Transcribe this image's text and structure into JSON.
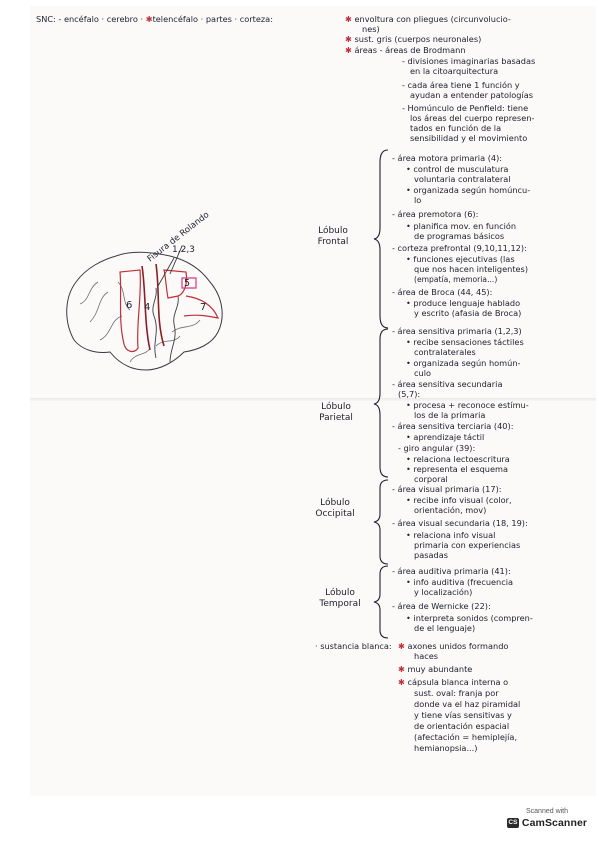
{
  "header": {
    "prefix": "SNC: - encéfalo · cerebro · ",
    "tele": "telencéfalo",
    "mid": " · partes · corteza:",
    "c1": "envoltura con pliegues (circunvolucio-",
    "c1b": "nes)",
    "c2": "sust. gris (cuerpos neuronales)",
    "c3": "áreas - áreas de Brodmann"
  },
  "areas_notes": [
    "- divisiones imaginarias basadas",
    "en la citoarquitectura",
    "- cada área tiene 1 función y",
    "ayudan a entender patologías",
    "- Homúnculo de Penfield: tiene",
    "los áreas del cuerpo represen-",
    "tados en función de la",
    "sensibilidad y el movimiento"
  ],
  "lobes": {
    "frontal": "Lóbulo Frontal",
    "parietal": "Lóbulo Parietal",
    "occipital": "Lóbulo Occipital",
    "temporal": "Lóbulo Temporal"
  },
  "frontal": [
    "- área motora primaria (4):",
    "• control de musculatura",
    "voluntaria contralateral",
    "• organizada según homúncu-",
    "lo",
    "- área premotora (6):",
    "• planifica mov. en función",
    "de programas básicos",
    "- corteza prefrontal (9,10,11,12):",
    "• funciones ejecutivas (las",
    "que nos hacen inteligentes)",
    "(empatía, memoria...)",
    "- área de Broca (44, 45):",
    "• produce lenguaje hablado",
    "y escrito (afasia de Broca)"
  ],
  "parietal": [
    "- área sensitiva primaria (1,2,3)",
    "• recibe sensaciones táctiles",
    "contralaterales",
    "• organizada según homún-",
    "culo",
    "- área sensitiva secundaria",
    "(5,7):",
    "• procesa + reconoce estímu-",
    "los de la primaria",
    "- área sensitiva terciaria (40):",
    "• aprendizaje táctil",
    "- giro angular (39):",
    "• relaciona lectoescritura",
    "• representa el esquema",
    "corporal"
  ],
  "occipital": [
    "- área visual primaria (17):",
    "• recibe info visual (color,",
    "orientación, mov)",
    "- área visual secundaria (18, 19):",
    "• relaciona info visual",
    "primaria con experiencias",
    "pasadas"
  ],
  "temporal": [
    "- área auditiva primaria (41):",
    "• info auditiva (frecuencia",
    "y localización)",
    "- área de Wernicke (22):",
    "• interpreta sonidos (compren-",
    "de el lenguaje)"
  ],
  "white": {
    "head": "· sustancia blanca:",
    "lines": [
      "axones unidos formando",
      "haces",
      "muy abundante",
      "cápsula blanca interna o",
      "sust. oval: franja por",
      "donde va el haz piramidal",
      "y tiene vías sensitivas y",
      "de orientación espacial",
      "(afectación = hemiplejía,",
      "hemianopsia...)"
    ]
  },
  "brain": {
    "fissure": "Fisura de Rolando",
    "nums_top": "1,2,3",
    "labels": [
      "6",
      "4",
      "5",
      "7"
    ]
  },
  "stamp": {
    "top": "Scanned with",
    "name": "CamScanner",
    "logo": "CS"
  },
  "colors": {
    "ink": "#1e1f2e",
    "red": "#c0303a",
    "paper": "#fbfaf9"
  }
}
